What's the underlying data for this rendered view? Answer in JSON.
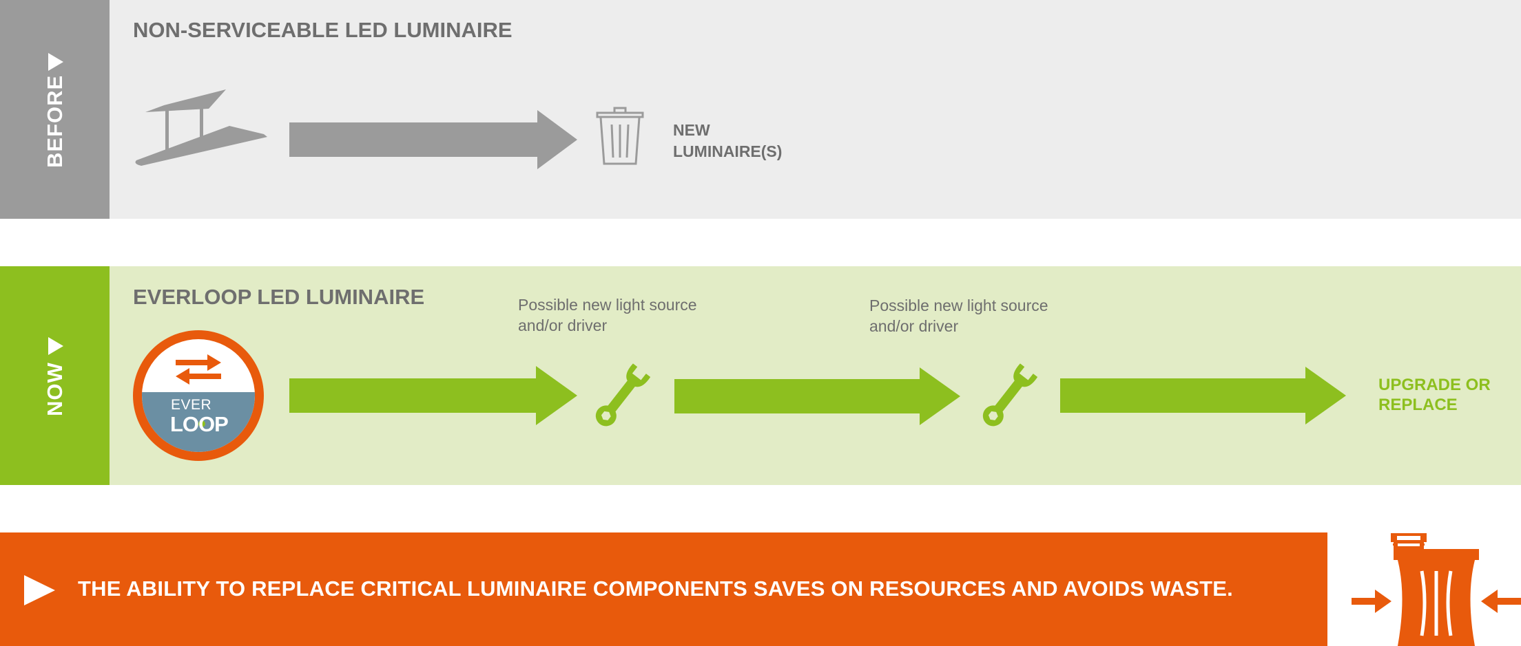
{
  "before": {
    "tab_label": "BEFORE",
    "title": "NON-SERVICEABLE LED LUMINAIRE",
    "result_label": [
      "NEW",
      "LUMINAIRE(S)"
    ],
    "icons": [
      "luminaire-icon",
      "arrow-icon",
      "trash-can-icon"
    ]
  },
  "now": {
    "tab_label": "NOW",
    "title": "EVERLOOP LED LUMINAIRE",
    "logo": {
      "line1": "EVER",
      "line2": "LOOP"
    },
    "notes": [
      [
        "Possible new light source",
        "and/or driver"
      ],
      [
        "Possible new light source",
        "and/or driver"
      ]
    ],
    "result_label": [
      "UPGRADE OR",
      "REPLACE"
    ],
    "icons": [
      "everloop-logo-icon",
      "arrow-icon",
      "wrench-icon",
      "arrow-icon",
      "wrench-icon",
      "arrow-icon"
    ]
  },
  "banner": {
    "text": "THE ABILITY TO REPLACE CRITICAL LUMINAIRE COMPONENTS SAVES ON RESOURCES AND AVOIDS WASTE.",
    "icons": [
      "play-icon",
      "compressed-trash-icon"
    ]
  },
  "colors": {
    "gray_tab": "#9b9b9b",
    "gray_bg": "#ededed",
    "green": "#8dbf1f",
    "green_bg": "#e2ecc6",
    "orange": "#e85a0c",
    "text_gray": "#6e6e6e"
  }
}
